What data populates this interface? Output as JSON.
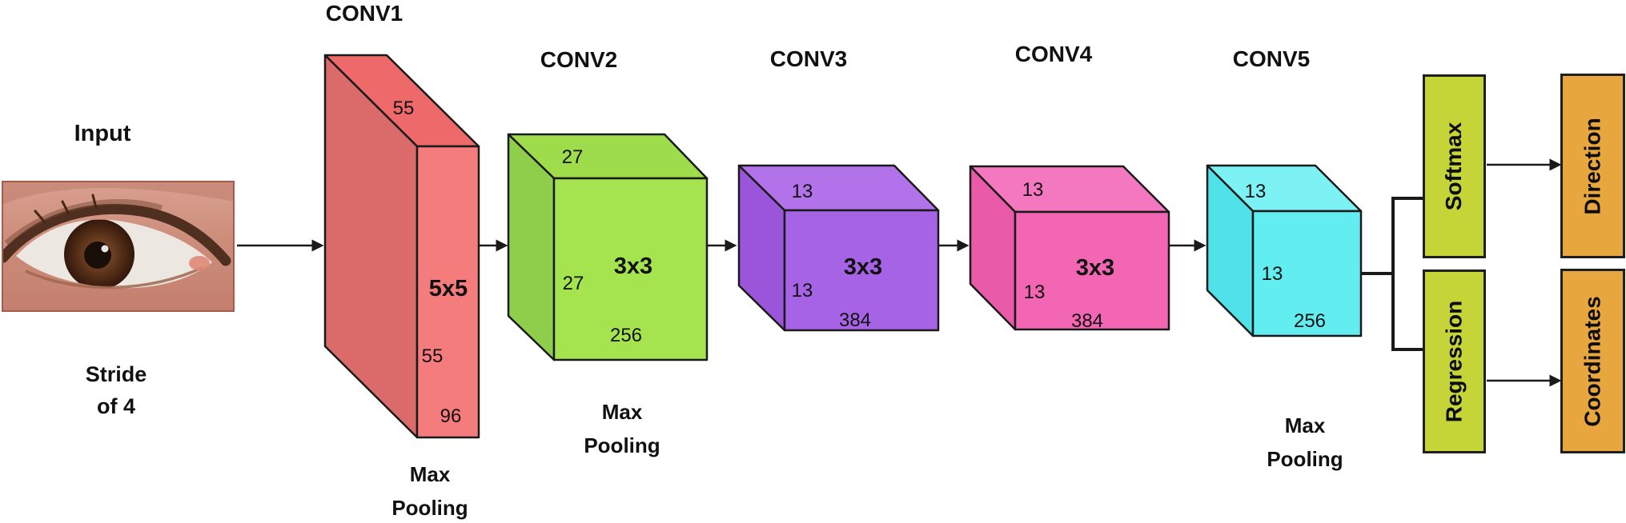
{
  "input": {
    "label": "Input",
    "stride": [
      "Stride",
      "of 4"
    ]
  },
  "layers": [
    {
      "name": "CONV1",
      "top_size": "55",
      "side_size": "55",
      "depth": "96",
      "kernel": "5x5",
      "pool": [
        "Max",
        "Pooling"
      ]
    },
    {
      "name": "CONV2",
      "top_size": "27",
      "side_size": "27",
      "depth": "256",
      "kernel": "3x3",
      "pool": [
        "Max",
        "Pooling"
      ]
    },
    {
      "name": "CONV3",
      "top_size": "13",
      "side_size": "13",
      "depth": "384",
      "kernel": "3x3"
    },
    {
      "name": "CONV4",
      "top_size": "13",
      "side_size": "13",
      "depth": "384",
      "kernel": "3x3"
    },
    {
      "name": "CONV5",
      "top_size": "13",
      "side_size": "13",
      "depth": "256",
      "pool": [
        "Max",
        "Pooling"
      ]
    }
  ],
  "heads": [
    {
      "label": "Softmax",
      "output": "Direction"
    },
    {
      "label": "Regression",
      "output": "Coordinates"
    }
  ],
  "colors": {
    "conv1": {
      "top": "#EE6A6A",
      "side": "#DB6A6A",
      "front": "#F47C7C"
    },
    "conv2": {
      "top": "#9FDC4B",
      "side": "#8FCE4A",
      "front": "#A6E44F"
    },
    "conv3": {
      "top": "#B272EA",
      "side": "#9A55DA",
      "front": "#A763E5"
    },
    "conv4": {
      "top": "#F478BF",
      "side": "#E95AA9",
      "front": "#F266B3"
    },
    "conv5": {
      "top": "#7DF2F4",
      "side": "#4FE3E9",
      "front": "#62EDF0"
    },
    "head_bg": "#C5D437",
    "output_bg": "#E8A63E",
    "line": "#1A1A1A"
  }
}
